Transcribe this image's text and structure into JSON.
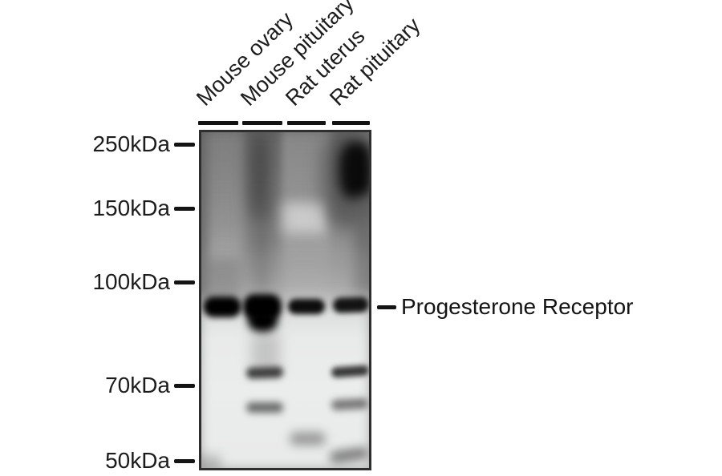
{
  "colors": {
    "text": "#1c1c1c",
    "tick": "#141414",
    "blot_border": "#2e2e2e",
    "band_dark": "#000000",
    "background": "#ffffff"
  },
  "lane_labels": [
    {
      "label": "Mouse ovary"
    },
    {
      "label": "Mouse pituitary"
    },
    {
      "label": "Rat uterus"
    },
    {
      "label": "Rat pituitary"
    }
  ],
  "mw_markers": [
    {
      "label": "250kDa"
    },
    {
      "label": "150kDa"
    },
    {
      "label": "100kDa"
    },
    {
      "label": "70kDa"
    },
    {
      "label": "50kDa"
    }
  ],
  "annotation": {
    "label": "Progesterone Receptor"
  }
}
